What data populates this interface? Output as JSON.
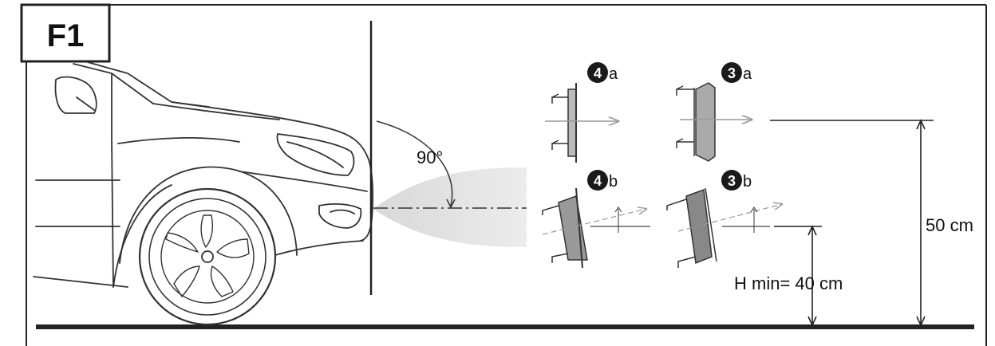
{
  "figure": {
    "id": "F1",
    "angle_label": "90°",
    "badges": [
      {
        "num": "4",
        "sub": "a"
      },
      {
        "num": "3",
        "sub": "a"
      },
      {
        "num": "4",
        "sub": "b"
      },
      {
        "num": "3",
        "sub": "b"
      }
    ],
    "height_label": "50 cm",
    "hmin_label": "H min= 40 cm"
  }
}
